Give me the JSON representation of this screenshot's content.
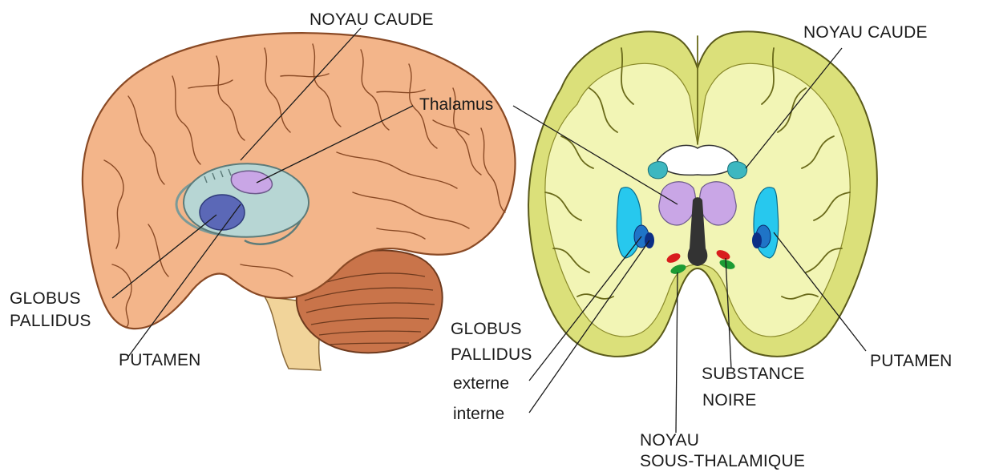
{
  "colors": {
    "cortex_lateral": "#f3b58a",
    "cortex_shadow": "#d98a5a",
    "cerebellum": "#c9744a",
    "brainstem": "#f1d49a",
    "striatum_lateral": "#b7d6d4",
    "globus_pallidus_lateral": "#5b68b7",
    "thalamus": "#c9a6e6",
    "section_white": "#f2f5b5",
    "section_gray": "#dbe07a",
    "caudate": "#3db7c0",
    "putamen": "#27c8ee",
    "gp_externe": "#1f74c7",
    "gp_interne": "#0c2f86",
    "subthalamic": "#1c9b34",
    "substantia_nigra": "#d81d1d",
    "ventricle": "#333333"
  },
  "left_view": {
    "noyau_caude": "NOYAU CAUDE",
    "thalamus": "Thalamus",
    "globus_line1": "GLOBUS",
    "globus_line2": "PALLIDUS",
    "putamen": "PUTAMEN"
  },
  "right_view": {
    "noyau_caude": "NOYAU CAUDE",
    "putamen": "PUTAMEN",
    "globus_line1": "GLOBUS",
    "globus_line2": "PALLIDUS",
    "externe": "externe",
    "interne": "interne",
    "substance_line1": "SUBSTANCE",
    "substance_line2": "NOIRE",
    "noyau_line1": "NOYAU",
    "noyau_line2": "SOUS-THALAMIQUE"
  }
}
